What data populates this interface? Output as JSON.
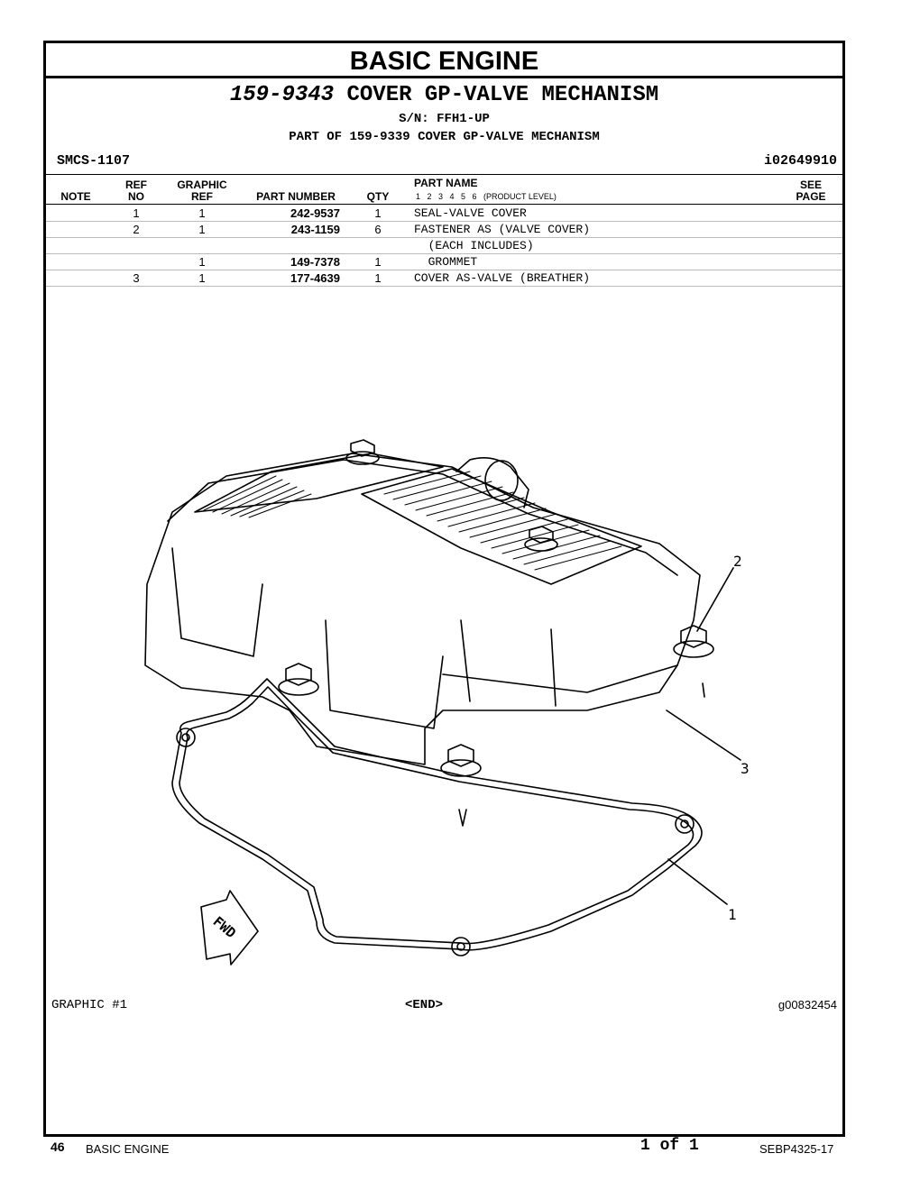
{
  "section_title": "BASIC ENGINE",
  "group": {
    "part_number": "159-9343",
    "name": "COVER GP-VALVE MECHANISM",
    "serial": "S/N: FFH1-UP",
    "part_of": "PART OF 159-9339 COVER GP-VALVE MECHANISM"
  },
  "smcs": "SMCS-1107",
  "illustration_id": "i02649910",
  "headers": {
    "note": "NOTE",
    "ref_top": "REF",
    "ref_bottom": "NO",
    "graphic_top": "GRAPHIC",
    "graphic_bottom": "REF",
    "part_number": "PART NUMBER",
    "qty": "QTY",
    "part_name": "PART NAME",
    "levels": "1   2   3   4   5   6   (PRODUCT LEVEL)",
    "see_top": "SEE",
    "see_bottom": "PAGE"
  },
  "rows": [
    {
      "note": "",
      "ref": "1",
      "graphic": "1",
      "part_number": "242-9537",
      "qty": "1",
      "name": "SEAL-VALVE COVER"
    },
    {
      "note": "",
      "ref": "2",
      "graphic": "1",
      "part_number": "243-1159",
      "qty": "6",
      "name": "FASTENER AS (VALVE COVER)"
    },
    {
      "note": "",
      "ref": "",
      "graphic": "",
      "part_number": "",
      "qty": "",
      "name": "  (EACH INCLUDES)"
    },
    {
      "note": "",
      "ref": "",
      "graphic": "1",
      "part_number": "149-7378",
      "qty": "1",
      "name": "  GROMMET"
    },
    {
      "note": "",
      "ref": "3",
      "graphic": "1",
      "part_number": "177-4639",
      "qty": "1",
      "name": "COVER AS-VALVE (BREATHER)"
    }
  ],
  "callouts": {
    "c1": "1",
    "c2": "2",
    "c3": "3",
    "fwd": "FWD"
  },
  "graphic_label": "GRAPHIC #1",
  "end_marker": "<END>",
  "graphic_id": "g00832454",
  "footer": {
    "page_number": "46",
    "section": "BASIC ENGINE",
    "page_of": "1 of 1",
    "doc_id": "SEBP4325-17"
  }
}
